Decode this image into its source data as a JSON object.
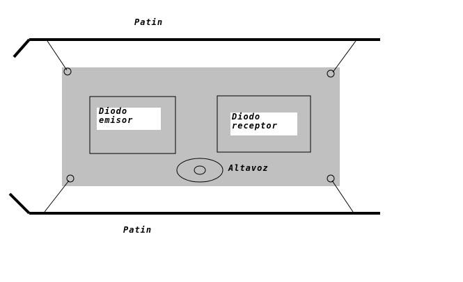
{
  "labels": {
    "top_rail": "Patin",
    "bottom_rail": "Patin",
    "emitter_line1": "Diodo",
    "emitter_line2": "emisor",
    "receiver_line1": "Diodo",
    "receiver_line2": "receptor",
    "speaker": "Altavoz"
  },
  "colors": {
    "board": "#c0c0c0",
    "label_box": "#ffffff",
    "line": "#000000",
    "background": "#ffffff"
  }
}
